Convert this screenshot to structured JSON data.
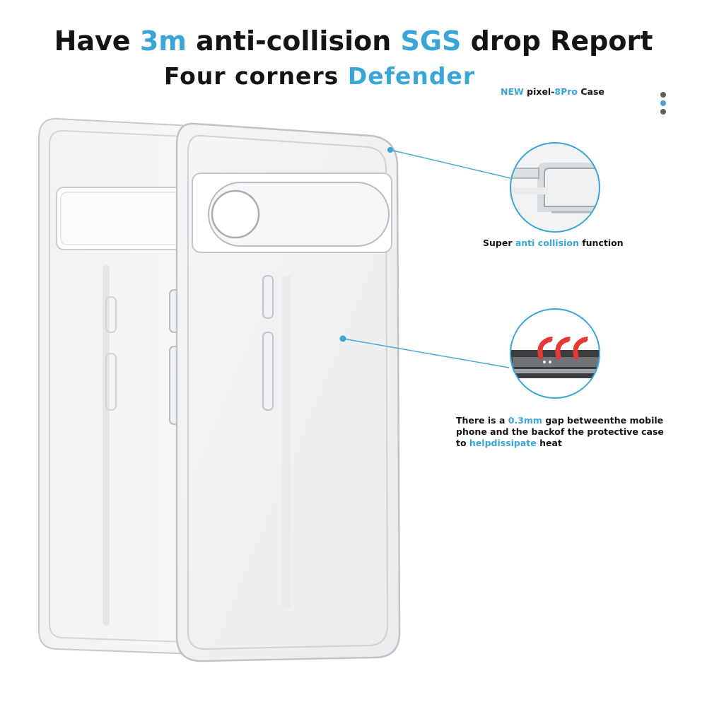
{
  "headline": {
    "line1": {
      "a": "Have ",
      "b": "3m",
      "c": " anti-collision ",
      "d": "SGS",
      "e": " drop Report"
    },
    "line2": {
      "a": "Four corners  ",
      "b": "Defender"
    }
  },
  "brand_tag": {
    "a": "NEW",
    "b": " pixel-",
    "c": "8Pro",
    "d": " Case"
  },
  "callout_corner": {
    "a": "Super ",
    "b": "anti collision",
    "c": " function"
  },
  "callout_gap": {
    "l1a": "There is a ",
    "l1b": "0.3mm",
    "l1c": " gap betweenthe mobile",
    "l2": "phone and the backof the protective case",
    "l3a": "to ",
    "l3b": "helpdissipate",
    "l3c": " heat"
  },
  "colors": {
    "accent": "#3aa6d8",
    "text": "#141414",
    "leader": "#4aa9d6",
    "dot_dark": "#5f6166",
    "dot_blue": "#4a9fd4"
  },
  "icons": [
    "pagination-dots-icon",
    "corner-zoom-icon",
    "heat-gap-zoom-icon"
  ]
}
